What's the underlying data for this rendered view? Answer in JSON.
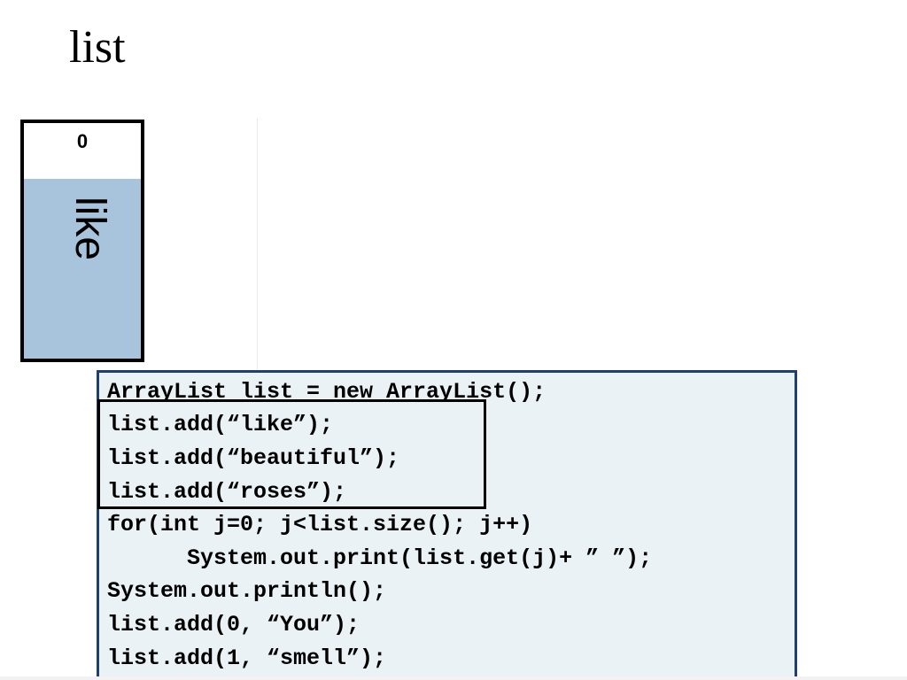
{
  "title": "list",
  "array": {
    "index": "0",
    "value": "like"
  },
  "code": {
    "lines": [
      "ArrayList list = new ArrayList();",
      "list.add(“like”);",
      "list.add(“beautiful”);",
      "list.add(“roses”);",
      "for(int j=0; j<list.size(); j++)",
      "      System.out.print(list.get(j)+ ” ”);",
      "System.out.println();",
      "list.add(0, “You”);",
      "list.add(1, “smell”);"
    ]
  },
  "colors": {
    "cell_fill": "#a8c4dd",
    "code_background": "#eaf2f6",
    "code_border": "#1f3f70"
  }
}
